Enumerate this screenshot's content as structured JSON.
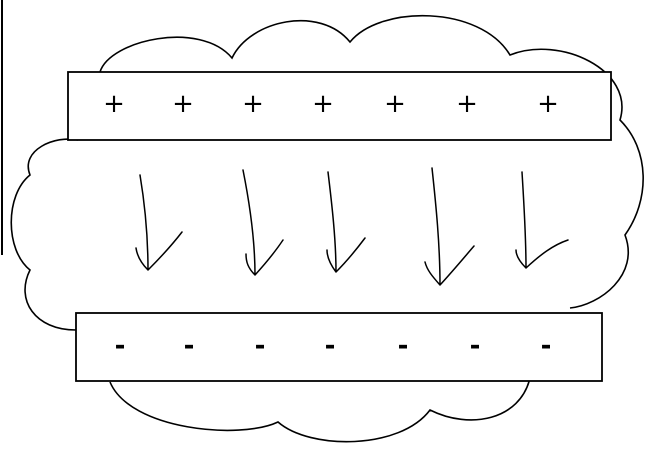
{
  "diagram": {
    "stroke_color": "#000000",
    "background_color": "#ffffff",
    "top_plate": {
      "signs": [
        "+",
        "+",
        "+",
        "+",
        "+",
        "+",
        "+"
      ]
    },
    "bottom_plate": {
      "signs": [
        "-",
        "-",
        "-",
        "-",
        "-",
        "-",
        "-"
      ]
    },
    "arrows": {
      "count": 5,
      "direction": "down"
    },
    "background_shape": "cloud"
  }
}
